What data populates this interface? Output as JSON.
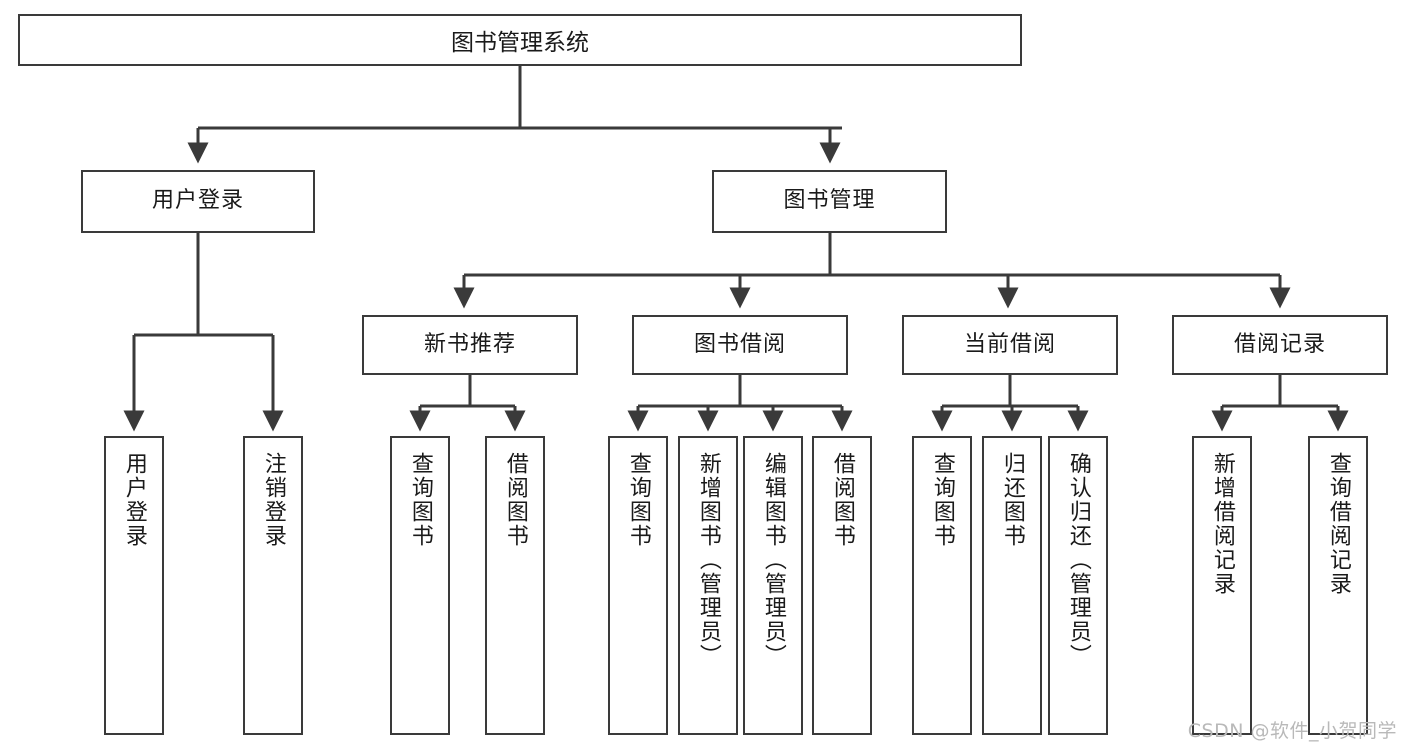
{
  "diagram": {
    "type": "tree",
    "title": "图书管理系统",
    "watermark": "CSDN @软件_小贺同学",
    "colors": {
      "box_border": "#3a3a3a",
      "box_fill": "#ffffff",
      "connector": "#3a3a3a",
      "text": "#1a1a1a",
      "watermark": "#b9b9b9"
    },
    "root": {
      "label": "图书管理系统"
    },
    "level2": [
      {
        "label": "用户登录"
      },
      {
        "label": "图书管理"
      }
    ],
    "level3": [
      {
        "label": "新书推荐"
      },
      {
        "label": "图书借阅"
      },
      {
        "label": "当前借阅"
      },
      {
        "label": "借阅记录"
      }
    ],
    "leaves": {
      "user_login": [
        {
          "label": "用户登录"
        },
        {
          "label": "注销登录"
        }
      ],
      "new_book_recommend": [
        {
          "label": "查询图书"
        },
        {
          "label": "借阅图书"
        }
      ],
      "book_borrow": [
        {
          "label": "查询图书"
        },
        {
          "label": "新增图书（管理员）"
        },
        {
          "label": "编辑图书（管理员）"
        },
        {
          "label": "借阅图书"
        }
      ],
      "current_borrow": [
        {
          "label": "查询图书"
        },
        {
          "label": "归还图书"
        },
        {
          "label": "确认归还（管理员）"
        }
      ],
      "borrow_records": [
        {
          "label": "新增借阅记录"
        },
        {
          "label": "查询借阅记录"
        }
      ]
    }
  }
}
